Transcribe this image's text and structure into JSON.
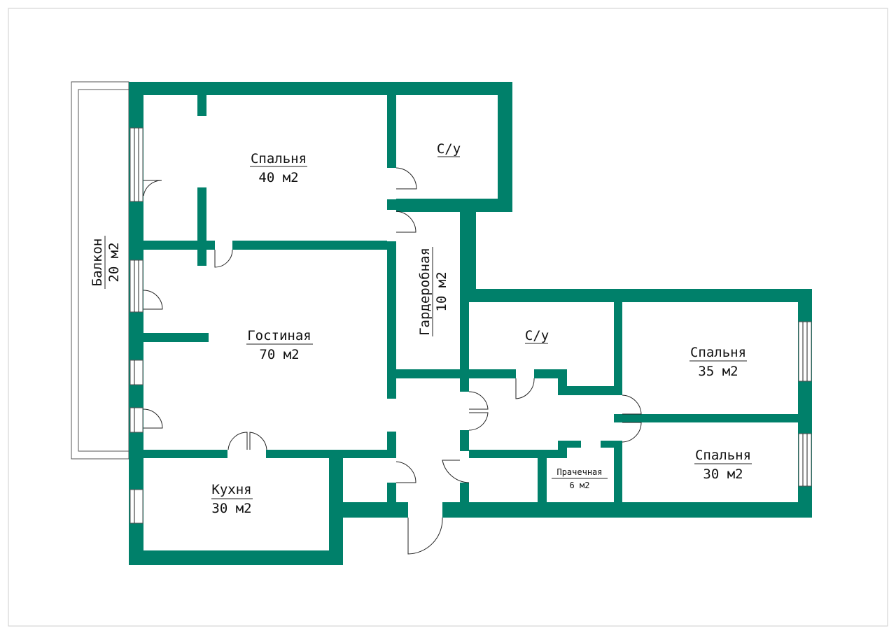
{
  "title": "Floor plan",
  "wall_color": "#00806a",
  "rooms": [
    {
      "name": "Спальня",
      "area": "40 м2"
    },
    {
      "name": "С/у",
      "area": ""
    },
    {
      "name": "Балкон",
      "area": "20 м2"
    },
    {
      "name": "Гардеробная",
      "area": "10 м2"
    },
    {
      "name": "Гостиная",
      "area": "70 м2"
    },
    {
      "name": "С/у",
      "area": ""
    },
    {
      "name": "Спальня",
      "area": "35 м2"
    },
    {
      "name": "Спальня",
      "area": "30 м2"
    },
    {
      "name": "Прачечная",
      "area": "6 м2"
    },
    {
      "name": "Кухня",
      "area": "30 м2"
    }
  ]
}
